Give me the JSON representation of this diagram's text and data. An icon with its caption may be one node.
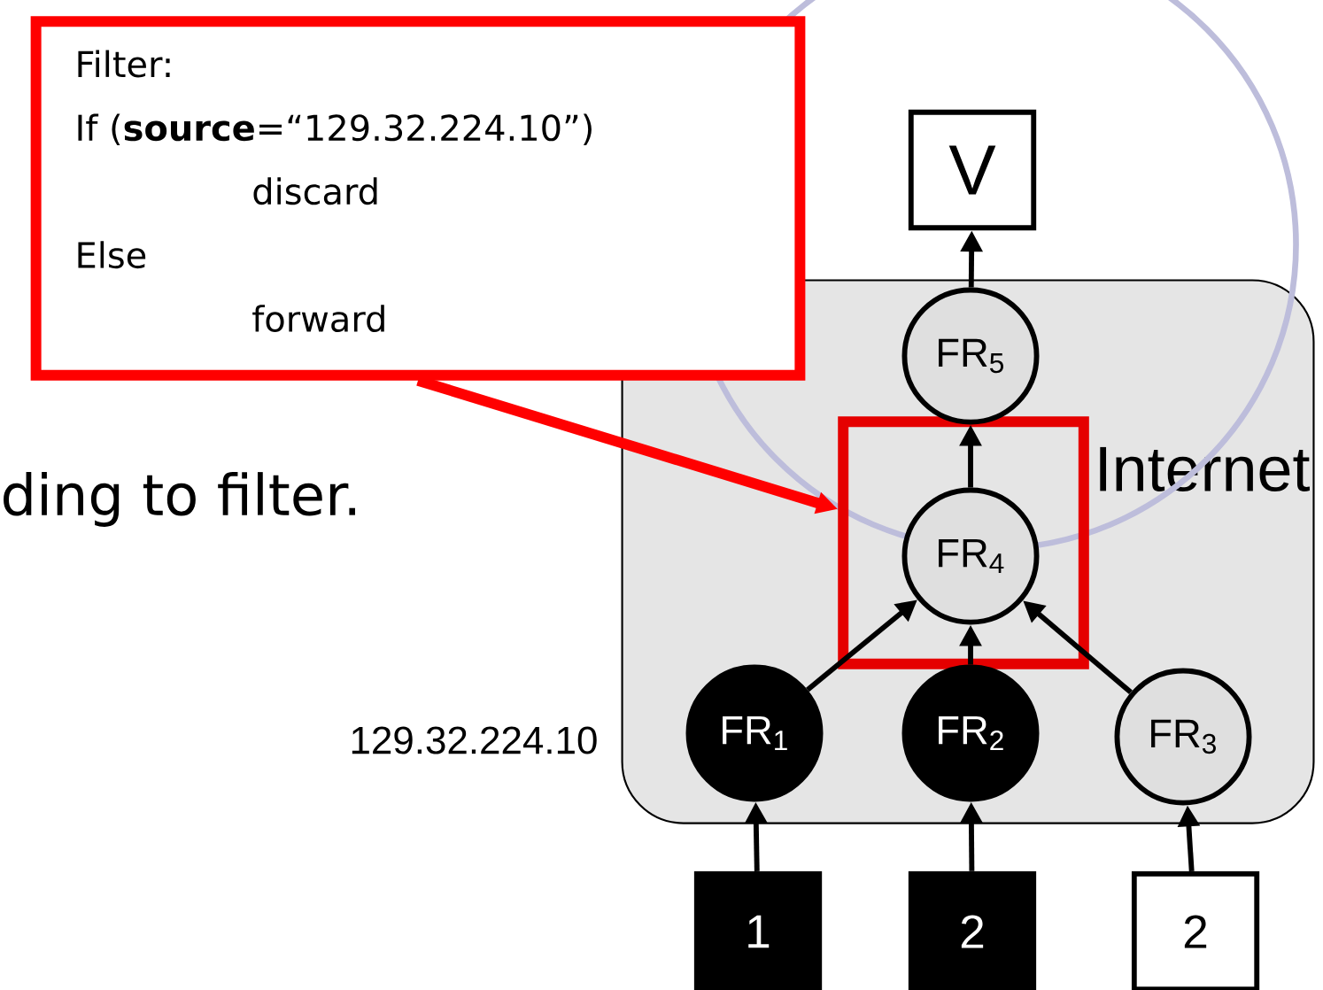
{
  "diagram": {
    "nodes": [
      {
        "text": [
          "Filter:",
          "If (**source**=“129.32.224.10”)",
          "discard",
          "Else",
          "forward"
        ]
      },
      {
        "text": [
          "Internet"
        ]
      },
      {
        "text": [],
        "shape": "box",
        "in": 1
      },
      {
        "text": [
          "V"
        ]
      },
      {
        "text": [
          "FR$_{5}$"
        ],
        "in": 1
      },
      {
        "text": [
          "FR$_{4}$"
        ],
        "in": 2
      },
      {
        "text": [
          "FR$_{1}$"
        ],
        "in": 1
      },
      {
        "text": [
          "FR$_{2}$"
        ],
        "in": 1
      },
      {
        "text": [
          "FR$_{3}$"
        ],
        "in": 1
      },
      {
        "text": [
          "1"
        ]
      },
      {
        "text": [
          "2"
        ]
      },
      {
        "text": [
          "2"
        ]
      }
    ],
    "edges": [
      {
        "from": 0,
        "to": 2,
        "arrow": "to",
        "style": "thick",
        "color": "#ff0000"
      },
      {
        "from": 4,
        "to": 3,
        "arrow": "to"
      },
      {
        "from": 5,
        "to": 4,
        "arrow": "to"
      },
      {
        "from": 6,
        "to": 5,
        "arrow": "to"
      },
      {
        "from": 7,
        "to": 5,
        "arrow": "to"
      },
      {
        "from": 8,
        "to": 5,
        "arrow": "to"
      },
      {
        "from": 9,
        "to": 6,
        "arrow": "to"
      },
      {
        "from": 10,
        "to": 7,
        "arrow": "to"
      },
      {
        "from": 11,
        "to": 8,
        "arrow": "to"
      }
    ],
    "labels": [
      "ding to filter.",
      "129.32.224.10"
    ]
  }
}
